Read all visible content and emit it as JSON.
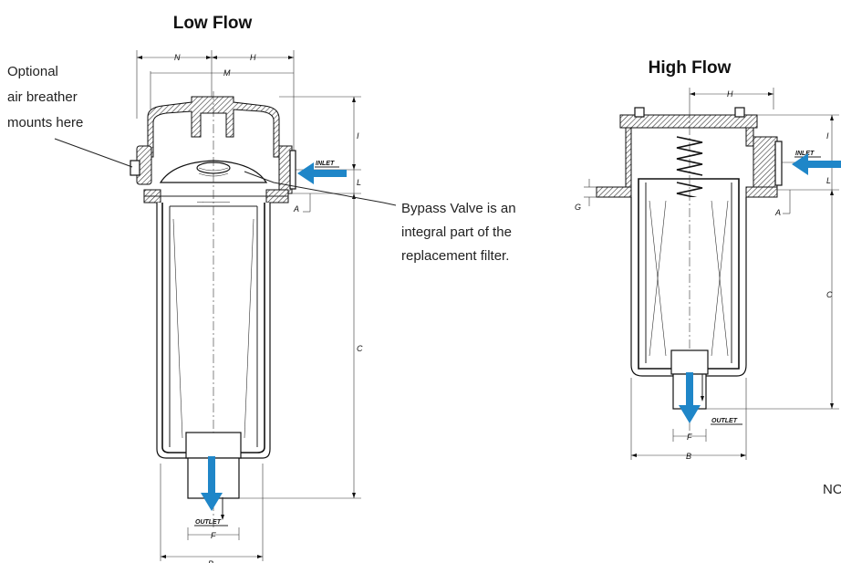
{
  "low_flow": {
    "title": "Low Flow",
    "dims": {
      "N": "N",
      "H": "H",
      "M": "M",
      "I": "I",
      "L": "L",
      "A": "A",
      "C": "C",
      "F": "F",
      "B": "B"
    },
    "inlet_label": "INLET",
    "outlet_label": "OUTLET"
  },
  "high_flow": {
    "title": "High Flow",
    "dims": {
      "H": "H",
      "I": "I",
      "L": "L",
      "G": "G",
      "A": "A",
      "C": "C",
      "F": "F",
      "B": "B"
    },
    "inlet_label": "INLET",
    "outlet_label": "OUTLET"
  },
  "callouts": {
    "breather": [
      "Optional",
      "air breather",
      "mounts here"
    ],
    "bypass": [
      "Bypass Valve is an",
      "integral part of the",
      "replacement filter."
    ]
  },
  "clipped_text": "NO",
  "colors": {
    "flow_arrow": "#1f86c8",
    "line": "#111111"
  }
}
